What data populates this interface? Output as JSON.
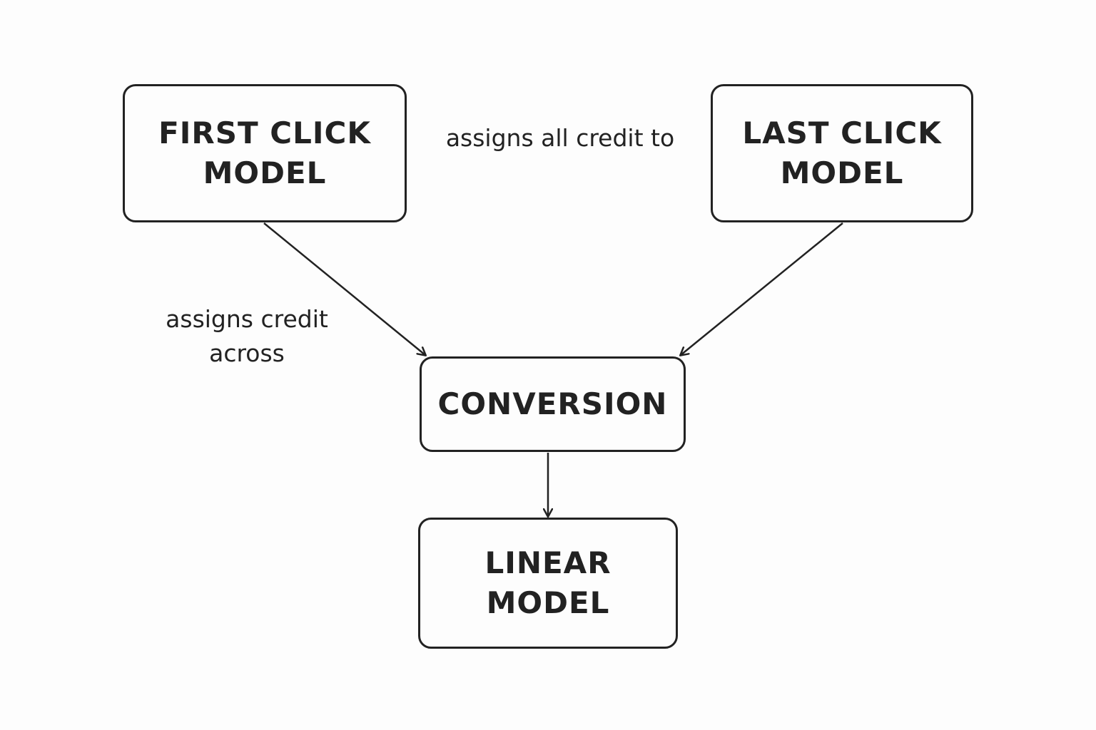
{
  "nodes": {
    "first_click": {
      "lines": [
        "FIRST CLICK",
        "MODEL"
      ]
    },
    "last_click": {
      "lines": [
        "LAST CLICK",
        "MODEL"
      ]
    },
    "conversion": {
      "lines": [
        "CONVERSION"
      ]
    },
    "linear": {
      "lines": [
        "LINEAR",
        "MODEL"
      ]
    }
  },
  "labels": {
    "top": {
      "lines": [
        "assigns all credit to"
      ]
    },
    "left": {
      "lines": [
        "assigns credit",
        "across"
      ]
    }
  },
  "colors": {
    "stroke": "#222222",
    "background": "#fdfdfd"
  }
}
